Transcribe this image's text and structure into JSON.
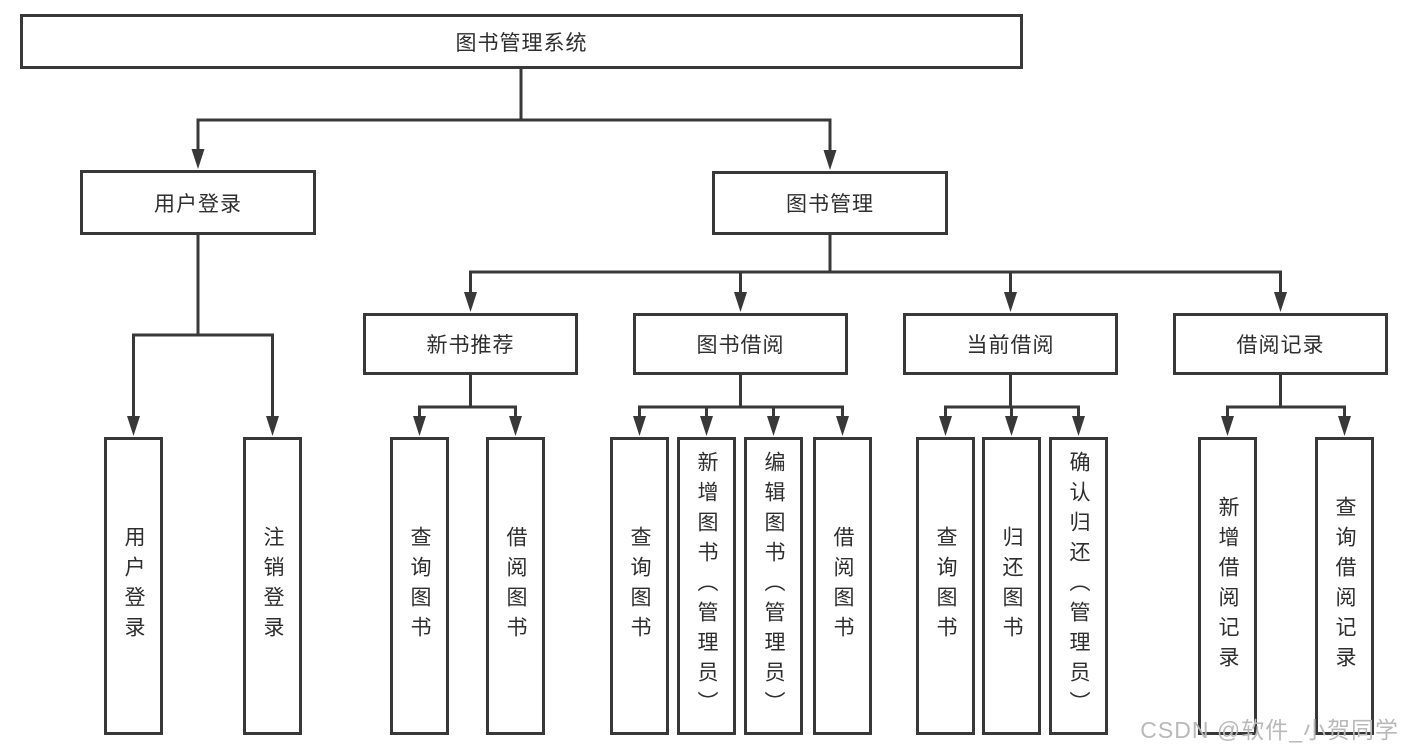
{
  "diagram_type": "hierarchy-tree",
  "tree": {
    "root": {
      "label": "图书管理系统"
    },
    "children": [
      {
        "label": "用户登录",
        "children": [
          {
            "label": "用户登录"
          },
          {
            "label": "注销登录"
          }
        ]
      },
      {
        "label": "图书管理",
        "children": [
          {
            "label": "新书推荐",
            "children": [
              {
                "label": "查询图书"
              },
              {
                "label": "借阅图书"
              }
            ]
          },
          {
            "label": "图书借阅",
            "children": [
              {
                "label": "查询图书"
              },
              {
                "label": "新增图书（管理员）"
              },
              {
                "label": "编辑图书（管理员）"
              },
              {
                "label": "借阅图书"
              }
            ]
          },
          {
            "label": "当前借阅",
            "children": [
              {
                "label": "查询图书"
              },
              {
                "label": "归还图书"
              },
              {
                "label": "确认归还（管理员）"
              }
            ]
          },
          {
            "label": "借阅记录",
            "children": [
              {
                "label": "新增借阅记录"
              },
              {
                "label": "查询借阅记录"
              }
            ]
          }
        ]
      }
    ]
  },
  "watermark": {
    "text": "CSDN @软件_小贺同学"
  },
  "colors": {
    "line": "#383838",
    "text": "#2e2e2e",
    "watermark": "#b9b9b9",
    "background": "#ffffff"
  }
}
